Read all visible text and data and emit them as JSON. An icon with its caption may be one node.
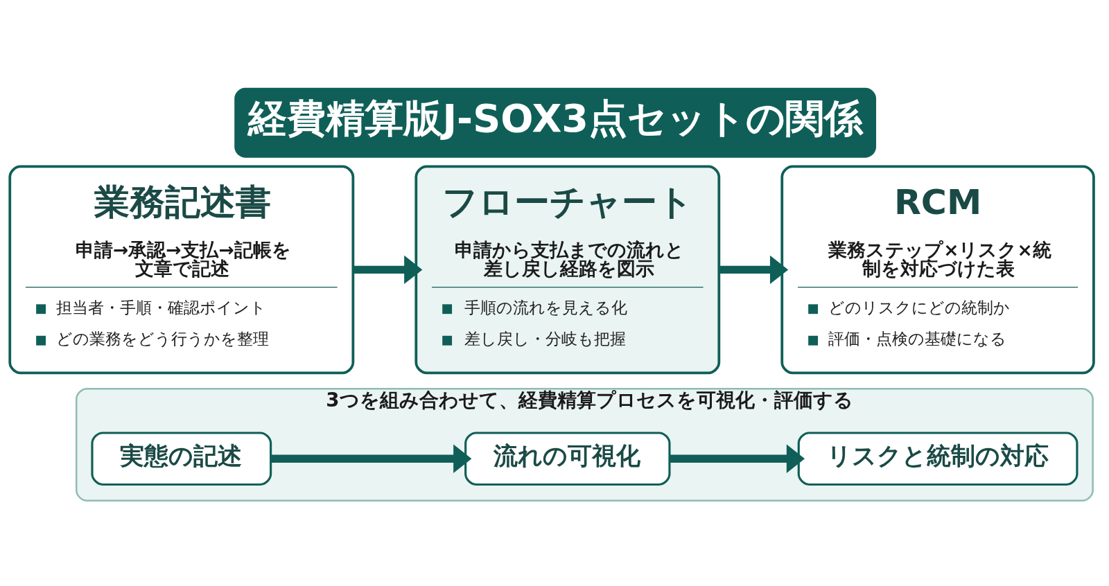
{
  "diagram": {
    "title": "経費精算版J-SOX3点セットの関係",
    "nodes": [
      {
        "text": [
          "業務記述書",
          "申請→承認→支払→記帳を文章で記述",
          "担当者・手順・確認ポイント",
          "どの業務をどう行うかを整理"
        ]
      },
      {
        "text": [
          "フローチャート",
          "申請から支払までの流れと差し戻し経路を図示",
          "手順の流れを見える化",
          "差し戻し・分岐も把握"
        ]
      },
      {
        "text": [
          "RCM",
          "業務ステップ×リスク×統制を対応づけた表",
          "どのリスクにどの統制か",
          "評価・点検の基礎になる"
        ]
      },
      {
        "text": [
          "3つを組み合わせて、経費精算プロセスを可視化・評価する"
        ]
      },
      {
        "text": [
          "実態の記述"
        ],
        "in": 3
      },
      {
        "text": [
          "流れの可視化"
        ],
        "in": 3
      },
      {
        "text": [
          "リスクと統制の対応"
        ],
        "in": 3
      }
    ],
    "edges": [
      {
        "from": 0,
        "to": 1,
        "arrow": "to"
      },
      {
        "from": 1,
        "to": 2,
        "arrow": "to"
      },
      {
        "from": 4,
        "to": 5,
        "arrow": "to"
      },
      {
        "from": 5,
        "to": 6,
        "arrow": "to"
      }
    ]
  }
}
